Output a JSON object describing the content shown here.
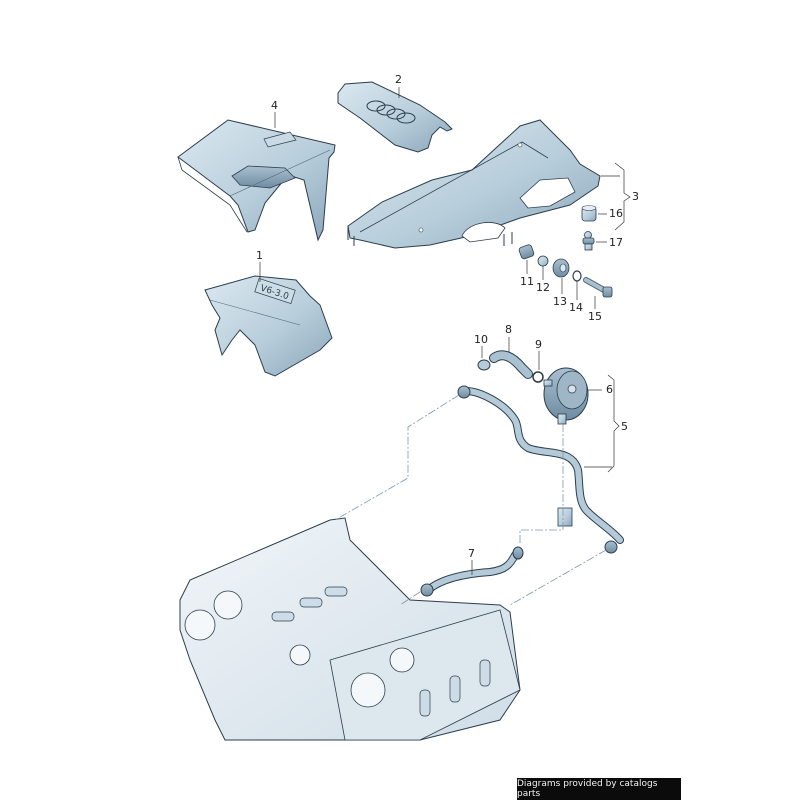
{
  "diagram": {
    "type": "exploded-parts-diagram",
    "subject": "Engine covers and oil separator / breather hoses (V6 3.0)",
    "colors": {
      "part_fill": "#b9cfdc",
      "part_fill_light": "#d8e6ef",
      "part_fill_dark": "#7f9bb0",
      "outline": "#2c3e4c",
      "engine_fill": "#e6eef3",
      "leader_dash": "#7b97aa",
      "label": "#222222"
    },
    "callouts": [
      {
        "id": "1",
        "label": "1",
        "part": "engine-cover-center-v6-3.0"
      },
      {
        "id": "2",
        "label": "2",
        "part": "engine-cover-trim-audi-rings"
      },
      {
        "id": "3",
        "label": "3",
        "part": "engine-cover-lower-tray"
      },
      {
        "id": "4",
        "label": "4",
        "part": "engine-cover-left"
      },
      {
        "id": "5",
        "label": "5",
        "part": "oil-separator-with-hose-assembly"
      },
      {
        "id": "6",
        "label": "6",
        "part": "oil-separator"
      },
      {
        "id": "7",
        "label": "7",
        "part": "breather-hose"
      },
      {
        "id": "8",
        "label": "8",
        "part": "hose"
      },
      {
        "id": "9",
        "label": "9",
        "part": "o-ring"
      },
      {
        "id": "10",
        "label": "10",
        "part": "hose-clamp"
      },
      {
        "id": "11",
        "label": "11",
        "part": "spacer-sleeve"
      },
      {
        "id": "12",
        "label": "12",
        "part": "rubber-grommet"
      },
      {
        "id": "13",
        "label": "13",
        "part": "rubber-mount"
      },
      {
        "id": "14",
        "label": "14",
        "part": "washer"
      },
      {
        "id": "15",
        "label": "15",
        "part": "bolt"
      },
      {
        "id": "16",
        "label": "16",
        "part": "sleeve"
      },
      {
        "id": "17",
        "label": "17",
        "part": "ball-stud"
      }
    ],
    "cover_text": "V6-3.0"
  },
  "footer": {
    "credit": "Diagrams provided by catalogs parts"
  }
}
